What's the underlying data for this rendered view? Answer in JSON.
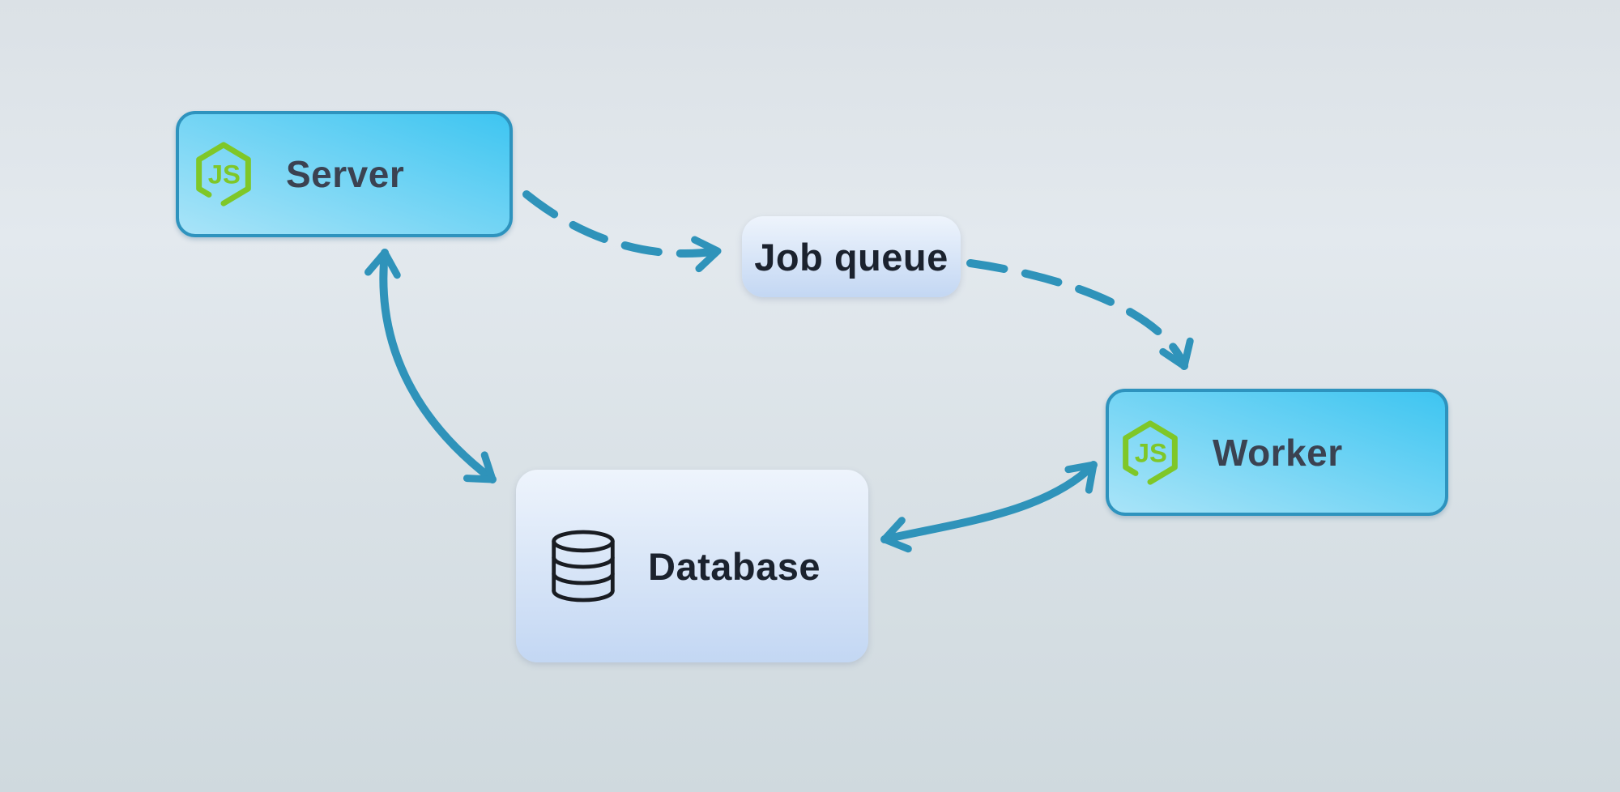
{
  "diagram": {
    "nodes": [
      {
        "id": "server",
        "label": "Server",
        "icon": "nodejs-icon",
        "style": "cyan"
      },
      {
        "id": "job-queue",
        "label": "Job queue",
        "icon": null,
        "style": "light-blue"
      },
      {
        "id": "worker",
        "label": "Worker",
        "icon": "nodejs-icon",
        "style": "cyan"
      },
      {
        "id": "database",
        "label": "Database",
        "icon": "database-icon",
        "style": "light-blue"
      }
    ],
    "edges": [
      {
        "from": "server",
        "to": "job-queue",
        "style": "dashed",
        "direction": "one-way"
      },
      {
        "from": "job-queue",
        "to": "worker",
        "style": "dashed",
        "direction": "one-way"
      },
      {
        "from": "server",
        "to": "database",
        "style": "solid",
        "direction": "two-way"
      },
      {
        "from": "database",
        "to": "worker",
        "style": "solid",
        "direction": "two-way"
      }
    ]
  },
  "colors": {
    "edge": "#2f93ba",
    "node-border": "#2e93be",
    "node-cyan-light": "#a9e4f8",
    "node-cyan-bright": "#3ec5f1",
    "soft-top": "#eef4fc",
    "soft-bottom": "#c3d7f3",
    "nodejs-green": "#7fc728",
    "db-icon": "#191c22",
    "label-dark": "#3b4251",
    "label-black": "#1b222e",
    "bg-top": "#dbe1e6",
    "bg-bottom": "#cfd9de"
  }
}
